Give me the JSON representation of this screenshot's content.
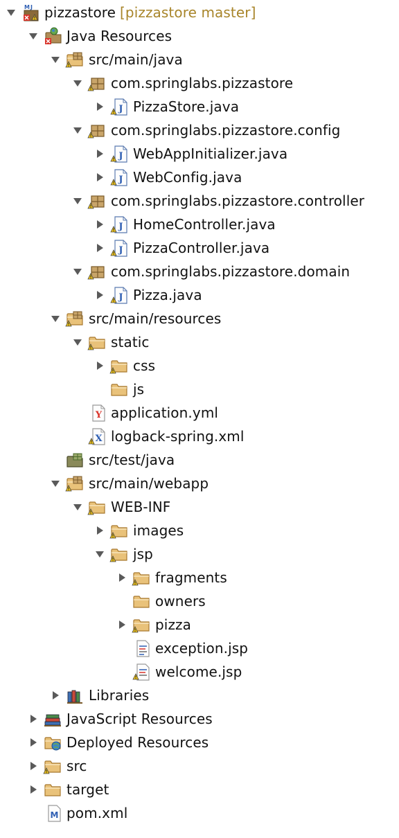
{
  "tree": [
    {
      "label": "pizzastore",
      "decoration": "[pizzastore master]",
      "icon": "maven-project-icon",
      "expanded": true,
      "depth": 0
    },
    {
      "label": "Java Resources",
      "icon": "java-resources-icon",
      "expanded": true,
      "depth": 1
    },
    {
      "label": "src/main/java",
      "icon": "source-folder-icon",
      "expanded": true,
      "depth": 2
    },
    {
      "label": "com.springlabs.pizzastore",
      "icon": "package-icon",
      "expanded": true,
      "depth": 3
    },
    {
      "label": "PizzaStore.java",
      "icon": "java-file-icon",
      "expanded": false,
      "depth": 4
    },
    {
      "label": "com.springlabs.pizzastore.config",
      "icon": "package-icon",
      "expanded": true,
      "depth": 3
    },
    {
      "label": "WebAppInitializer.java",
      "icon": "java-file-icon",
      "expanded": false,
      "depth": 4
    },
    {
      "label": "WebConfig.java",
      "icon": "java-file-icon",
      "expanded": false,
      "depth": 4
    },
    {
      "label": "com.springlabs.pizzastore.controller",
      "icon": "package-icon",
      "expanded": true,
      "depth": 3
    },
    {
      "label": "HomeController.java",
      "icon": "java-file-icon",
      "expanded": false,
      "depth": 4
    },
    {
      "label": "PizzaController.java",
      "icon": "java-file-icon",
      "expanded": false,
      "depth": 4
    },
    {
      "label": "com.springlabs.pizzastore.domain",
      "icon": "package-icon",
      "expanded": true,
      "depth": 3
    },
    {
      "label": "Pizza.java",
      "icon": "java-file-icon",
      "expanded": false,
      "depth": 4
    },
    {
      "label": "src/main/resources",
      "icon": "source-folder-icon",
      "expanded": true,
      "depth": 2
    },
    {
      "label": "static",
      "icon": "folder-warning-icon",
      "expanded": true,
      "depth": 3
    },
    {
      "label": "css",
      "icon": "folder-warning-icon",
      "expanded": false,
      "depth": 4
    },
    {
      "label": "js",
      "icon": "folder-icon",
      "expanded": null,
      "depth": 4
    },
    {
      "label": "application.yml",
      "icon": "yaml-file-icon",
      "expanded": null,
      "depth": 3
    },
    {
      "label": "logback-spring.xml",
      "icon": "xml-file-icon",
      "expanded": null,
      "depth": 3
    },
    {
      "label": "src/test/java",
      "icon": "empty-source-folder-icon",
      "expanded": null,
      "depth": 2
    },
    {
      "label": "src/main/webapp",
      "icon": "source-folder-icon",
      "expanded": true,
      "depth": 2
    },
    {
      "label": "WEB-INF",
      "icon": "folder-warning-icon",
      "expanded": true,
      "depth": 3
    },
    {
      "label": "images",
      "icon": "folder-warning-icon",
      "expanded": false,
      "depth": 4
    },
    {
      "label": "jsp",
      "icon": "folder-warning-icon",
      "expanded": true,
      "depth": 4
    },
    {
      "label": "fragments",
      "icon": "folder-warning-icon",
      "expanded": false,
      "depth": 5
    },
    {
      "label": "owners",
      "icon": "folder-icon",
      "expanded": null,
      "depth": 5
    },
    {
      "label": "pizza",
      "icon": "folder-warning-icon",
      "expanded": false,
      "depth": 5
    },
    {
      "label": "exception.jsp",
      "icon": "jsp-file-icon",
      "expanded": null,
      "depth": 5
    },
    {
      "label": "welcome.jsp",
      "icon": "jsp-file-warning-icon",
      "expanded": null,
      "depth": 5
    },
    {
      "label": "Libraries",
      "icon": "libraries-icon",
      "expanded": false,
      "depth": 2
    },
    {
      "label": "JavaScript Resources",
      "icon": "javascript-resources-icon",
      "expanded": false,
      "depth": 1
    },
    {
      "label": "Deployed Resources",
      "icon": "deployed-resources-icon",
      "expanded": false,
      "depth": 1
    },
    {
      "label": "src",
      "icon": "folder-warning-icon",
      "expanded": false,
      "depth": 1
    },
    {
      "label": "target",
      "icon": "folder-icon",
      "expanded": false,
      "depth": 1
    },
    {
      "label": "pom.xml",
      "icon": "maven-pom-icon",
      "expanded": null,
      "depth": 1
    }
  ],
  "colors": {
    "text": "#111111",
    "decoration": "#a8852a",
    "twisty": "#5a5a5a",
    "folder": "#e9c27a",
    "folder_stroke": "#a8782e",
    "package": "#7a5a2a",
    "java_blue": "#2f5fb3",
    "warning": "#f0c419",
    "error": "#d9342b"
  }
}
